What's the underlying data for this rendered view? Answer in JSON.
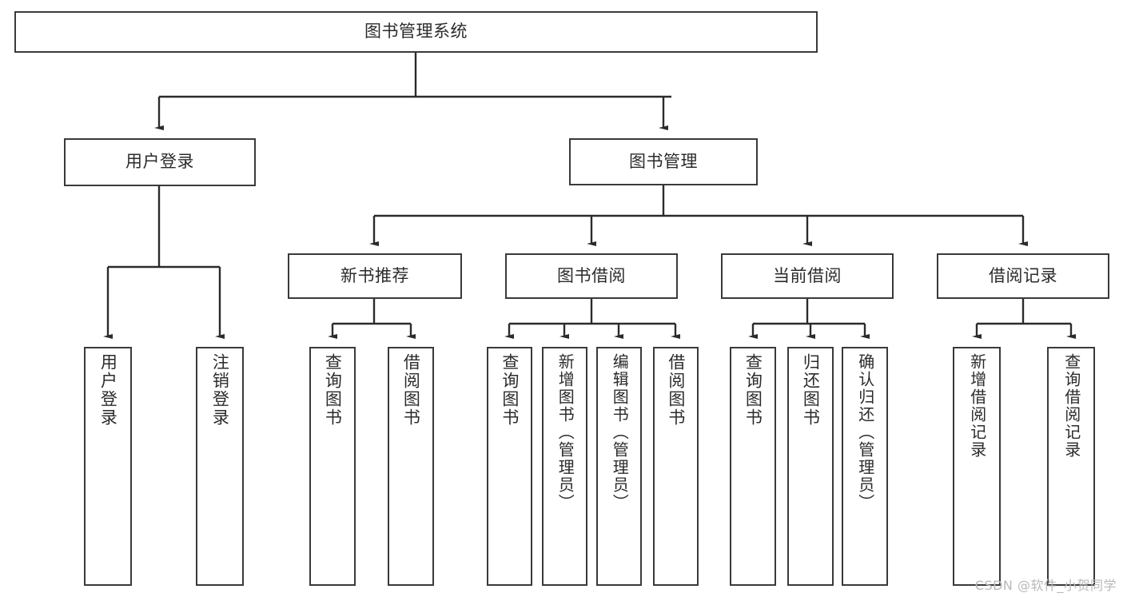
{
  "diagram": {
    "type": "tree-hierarchy",
    "title": "图书管理系统",
    "watermark": "CSDN @软件_小贺同学",
    "colors": {
      "background": "#ffffff",
      "box_border": "#3a3a3a",
      "box_fill": "#ffffff",
      "text": "#2b2b2b",
      "connector": "#2b2b2b",
      "watermark": "#b9b9b9"
    },
    "nodes": {
      "root": {
        "label": "图书管理系统",
        "level": 0
      },
      "level1": [
        {
          "id": "user-login",
          "label": "用户登录"
        },
        {
          "id": "book-management",
          "label": "图书管理"
        }
      ],
      "level2": [
        {
          "id": "new-book-recommend",
          "label": "新书推荐",
          "parent": "book-management"
        },
        {
          "id": "book-borrow",
          "label": "图书借阅",
          "parent": "book-management"
        },
        {
          "id": "current-borrow",
          "label": "当前借阅",
          "parent": "book-management"
        },
        {
          "id": "borrow-record",
          "label": "借阅记录",
          "parent": "book-management"
        }
      ],
      "leaves": [
        {
          "id": "leaf-user-login",
          "label": "用户登录",
          "parent": "user-login"
        },
        {
          "id": "leaf-logout",
          "label": "注销登录",
          "parent": "user-login"
        },
        {
          "id": "leaf-query-book-1",
          "label": "查询图书",
          "parent": "new-book-recommend"
        },
        {
          "id": "leaf-borrow-book-1",
          "label": "借阅图书",
          "parent": "new-book-recommend"
        },
        {
          "id": "leaf-query-book-2",
          "label": "查询图书",
          "parent": "book-borrow"
        },
        {
          "id": "leaf-add-book",
          "label": "新增图书（管理员）",
          "parent": "book-borrow"
        },
        {
          "id": "leaf-edit-book",
          "label": "编辑图书（管理员）",
          "parent": "book-borrow"
        },
        {
          "id": "leaf-borrow-book-2",
          "label": "借阅图书",
          "parent": "book-borrow"
        },
        {
          "id": "leaf-query-book-3",
          "label": "查询图书",
          "parent": "current-borrow"
        },
        {
          "id": "leaf-return-book",
          "label": "归还图书",
          "parent": "current-borrow"
        },
        {
          "id": "leaf-confirm-return",
          "label": "确认归还（管理员）",
          "parent": "current-borrow"
        },
        {
          "id": "leaf-add-record",
          "label": "新增借阅记录",
          "parent": "borrow-record"
        },
        {
          "id": "leaf-query-record",
          "label": "查询借阅记录",
          "parent": "borrow-record"
        }
      ]
    }
  }
}
